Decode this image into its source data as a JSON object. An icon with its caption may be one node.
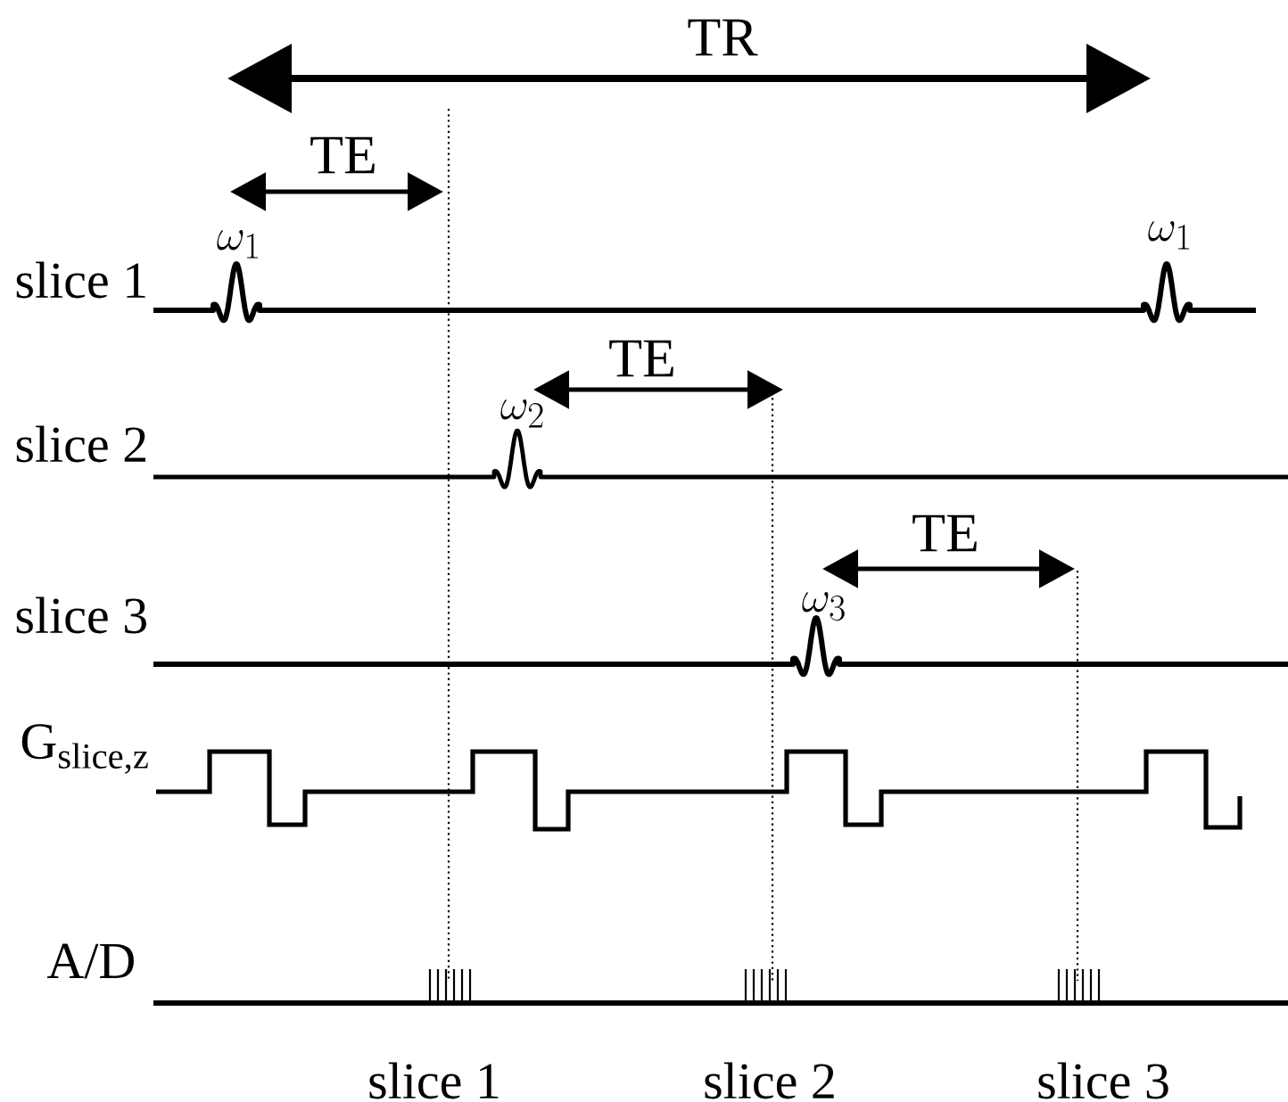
{
  "diagram": {
    "labels": [
      "TR",
      "TE",
      "\\omega_1",
      "slice 1",
      "\\omega_1",
      "TE",
      "\\omega_2",
      "slice 2",
      "TE",
      "slice 3",
      "\\omega_3",
      "G$_{slice,z}$",
      "A/D",
      "slice 1",
      "slice 2",
      "slice 3"
    ]
  }
}
